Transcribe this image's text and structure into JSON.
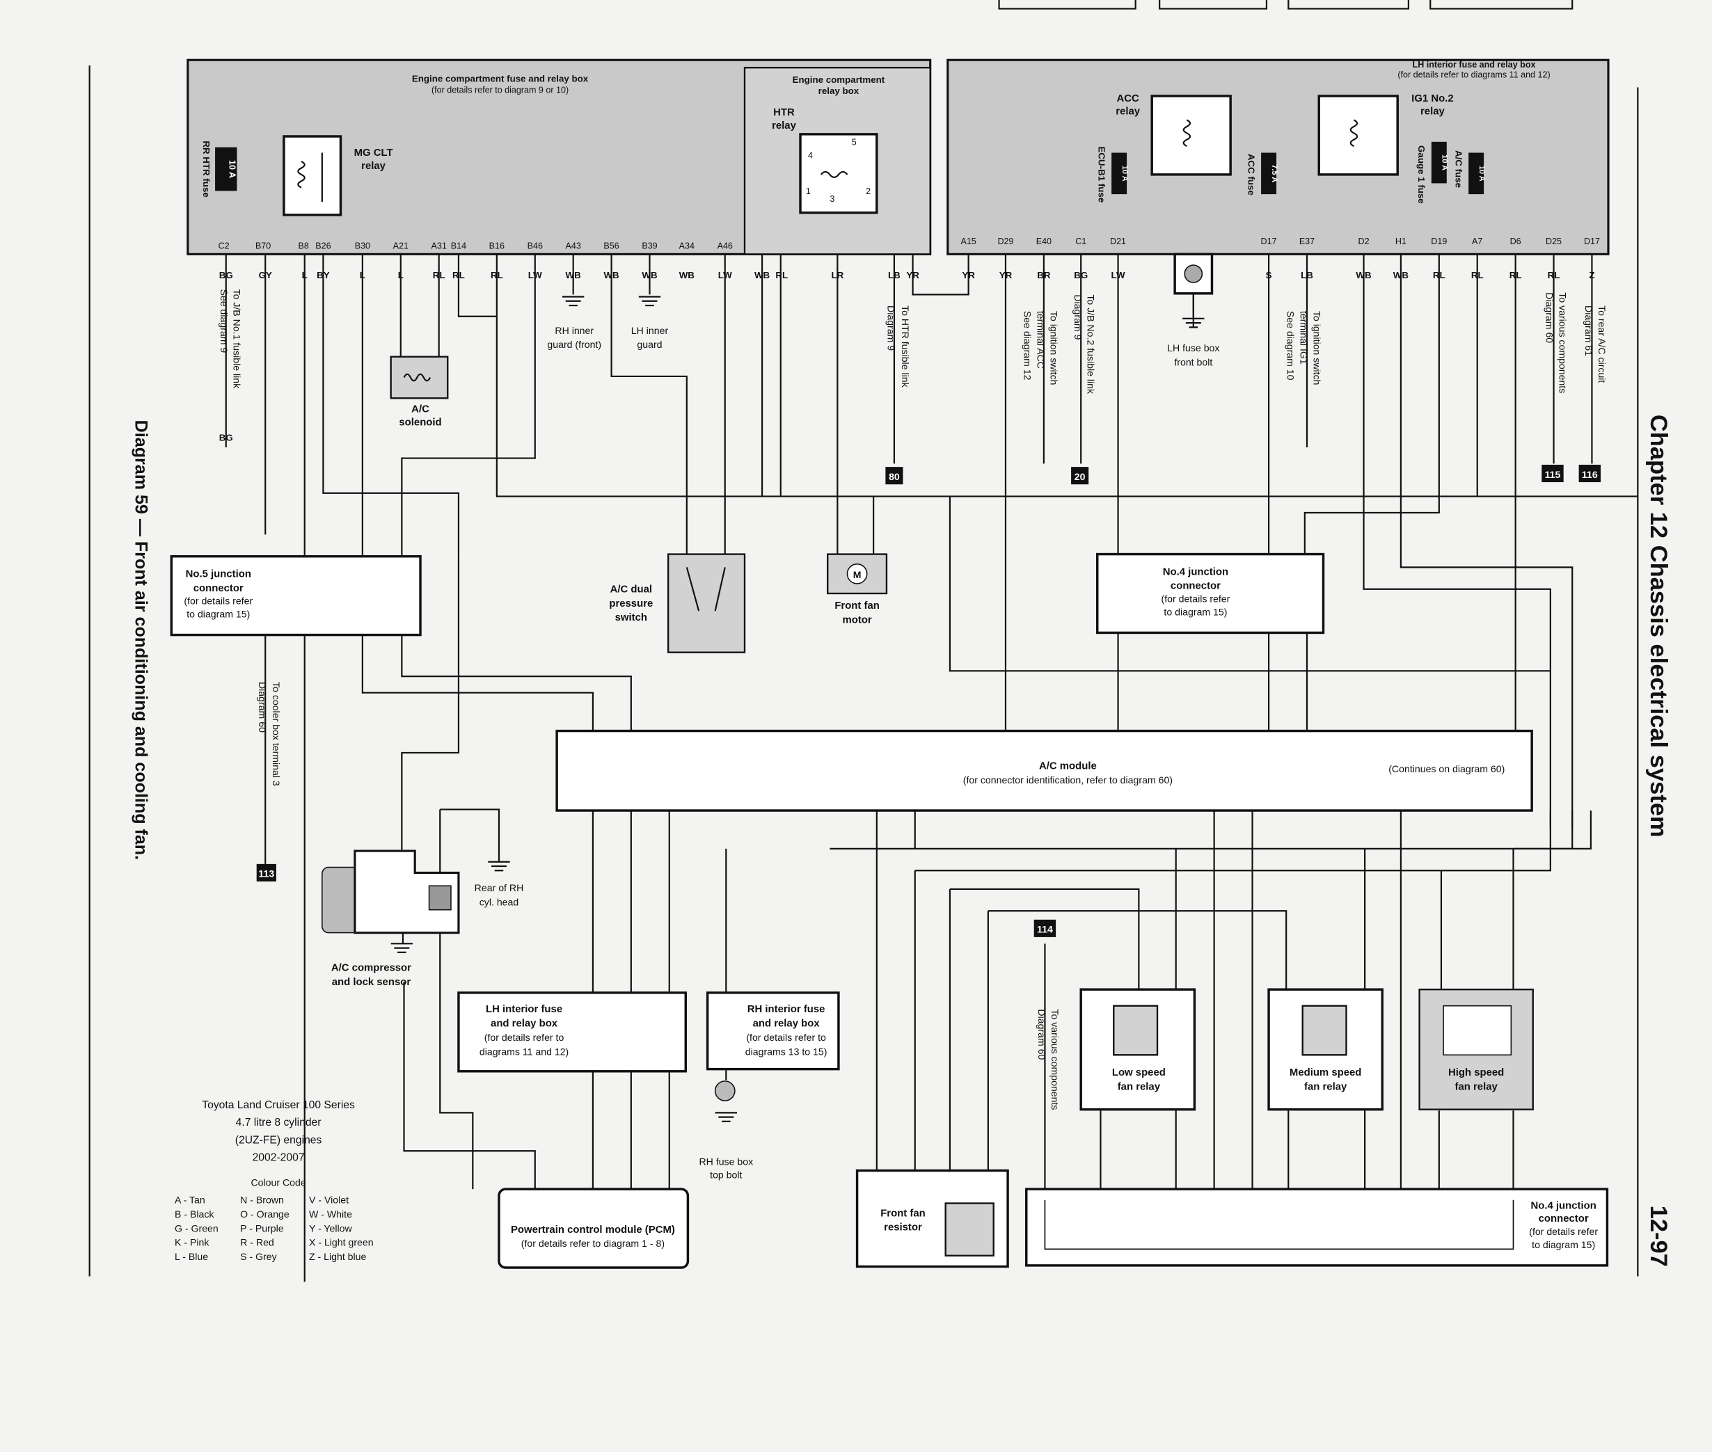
{
  "page": {
    "chapter_title": "Chapter 12  Chassis electrical system",
    "page_number": "12-97",
    "diagram_caption": "Diagram 59 — Front air conditioning and cooling fan."
  },
  "vehicle": {
    "model": "Toyota Land Cruiser 100 Series",
    "engine": "4.7 litre 8 cylinder",
    "engine_code": "(2UZ-FE) engines",
    "years": "2002-2007"
  },
  "colour_code": {
    "title": "Colour Code",
    "left": [
      "A - Tan",
      "B - Black",
      "G - Green",
      "K - Pink",
      "L - Blue"
    ],
    "mid": [
      "N - Brown",
      "O - Orange",
      "P - Purple",
      "R - Red",
      "S - Grey"
    ],
    "right": [
      "V - Violet",
      "W - White",
      "Y - Yellow",
      "X - Light green",
      "Z - Light blue"
    ]
  },
  "engine_box": {
    "title": "Engine compartment fuse and relay box",
    "subtitle": "(for details refer to diagram 9 or 10)",
    "fuse_rr_htr": "RR HTR fuse",
    "fuse_rr_htr_rating": "10 A",
    "mg_clt_relay": "MG CLT",
    "mg_clt_relay2": "relay",
    "pins": [
      "C2",
      "B70",
      "B8",
      "B26",
      "B30",
      "A21",
      "A31",
      "B14",
      "B16",
      "B46",
      "A43",
      "B56",
      "B39",
      "A34",
      "A46"
    ]
  },
  "relay_box": {
    "title": "Engine compartment",
    "title2": "relay box",
    "htr_relay": "HTR",
    "htr_relay2": "relay",
    "pins": [
      "1",
      "2",
      "3",
      "4",
      "5"
    ]
  },
  "interior_box": {
    "title": "LH interior fuse and relay box",
    "subtitle": "(for details refer to diagrams 11 and 12)",
    "acc_relay": "ACC",
    "acc_relay2": "relay",
    "ig1_relay": "IG1 No.2",
    "ig1_relay2": "relay",
    "ecu_b1_fuse": "ECU-B1 fuse",
    "ecu_b1_rating": "10 A",
    "acc_fuse": "ACC fuse",
    "acc_rating": "7.5 A",
    "gauge_fuse": "Gauge 1 fuse",
    "gauge_rating": "10 A",
    "ac_fuse": "A/C fuse",
    "ac_rating": "10 A",
    "pins": [
      "A15",
      "D29",
      "E40",
      "C1",
      "D21",
      "D17",
      "E37",
      "D2",
      "H1",
      "D19",
      "A7",
      "D6",
      "D25",
      "D17"
    ]
  },
  "wire_colours_top": [
    "BG",
    "GY",
    "L",
    "BY",
    "L",
    "L",
    "RL",
    "RL",
    "RL",
    "LW",
    "WB",
    "WB",
    "WB",
    "WB",
    "LW",
    "WB",
    "RL",
    "LR",
    "LB",
    "YR",
    "YR",
    "YR",
    "BR",
    "BG",
    "LW",
    "S",
    "LB",
    "WB",
    "WB",
    "RL",
    "RL",
    "RL",
    "RL",
    "Z"
  ],
  "references": {
    "jb1": [
      "To J/B No.1 fusible link",
      "See diagram 9"
    ],
    "htr_link": [
      "To HTR fusible link",
      "Diagram 9"
    ],
    "ign_acc": [
      "To ignition switch",
      "terminal ACC",
      "See diagram 12"
    ],
    "jb2": [
      "To J/B No.2 fusible link",
      "Diagram 9"
    ],
    "ign_ig1": [
      "To ignition switch",
      "terminal IG1",
      "See diagram 10"
    ],
    "various_60": [
      "To various components",
      "Diagram 60"
    ],
    "rear_ac": [
      "To rear A/C circuit",
      "Diagram 61"
    ],
    "cooler_box": [
      "To cooler box terminal 3",
      "Diagram 60"
    ],
    "various_60b": [
      "To various components",
      "Diagram 60"
    ]
  },
  "ref_tags": [
    "80",
    "20",
    "115",
    "116",
    "113",
    "114"
  ],
  "grounds": {
    "rh_inner_front": [
      "RH inner",
      "guard (front)"
    ],
    "lh_inner": [
      "LH inner",
      "guard"
    ],
    "lh_fusebox_bolt": [
      "LH fuse box",
      "front bolt"
    ],
    "rh_fusebox_bolt": [
      "RH fuse box",
      "top bolt"
    ],
    "rear_rh_head": [
      "Rear of RH",
      "cyl. head"
    ]
  },
  "components": {
    "ac_solenoid": [
      "A/C",
      "solenoid"
    ],
    "ac_dual_switch": [
      "A/C dual",
      "pressure",
      "switch"
    ],
    "front_fan_motor": [
      "Front fan",
      "motor"
    ],
    "ac_compressor": [
      "A/C compressor",
      "and lock sensor"
    ],
    "junction5": [
      "No.5 junction",
      "connector",
      "(for details refer",
      "to diagram 15)"
    ],
    "junction4_top": [
      "No.4 junction",
      "connector",
      "(for details refer",
      "to diagram 15)"
    ],
    "ac_module": [
      "A/C module",
      "(for connector identification, refer to diagram 60)"
    ],
    "ac_module_note": "(Continues on diagram 60)",
    "lh_interior_box": [
      "LH interior fuse",
      "and relay box",
      "(for details refer to",
      "diagrams 11 and 12)"
    ],
    "rh_interior_box": [
      "RH interior fuse",
      "and relay box",
      "(for details refer to",
      "diagrams 13 to 15)"
    ],
    "pcm": [
      "Powertrain control module (PCM)",
      "(for details refer to diagram 1 - 8)"
    ],
    "front_fan_resistor": [
      "Front fan",
      "resistor"
    ],
    "low_relay": [
      "Low speed",
      "fan relay"
    ],
    "med_relay": [
      "Medium speed",
      "fan relay"
    ],
    "high_relay": [
      "High speed",
      "fan relay"
    ],
    "junction4_bottom": [
      "No.4 junction",
      "connector",
      "(for details refer",
      "to diagram 15)"
    ]
  }
}
